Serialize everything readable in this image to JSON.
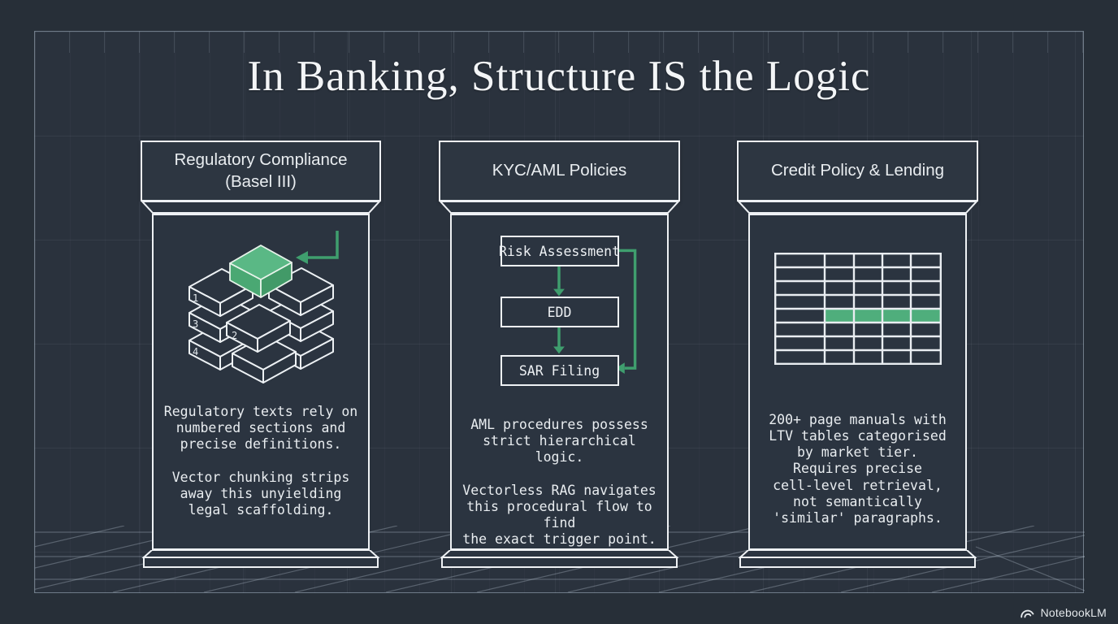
{
  "title": "In Banking, Structure IS the Logic",
  "brand": {
    "name": "NotebookLM"
  },
  "colors": {
    "background": "#2a323d",
    "line_white": "#eef1f4",
    "accent_green": "#55b481",
    "arrow_green": "#3f9e6e"
  },
  "pillars": [
    {
      "header": "Regulatory Compliance\n(Basel III)",
      "graphic": {
        "type": "isometric-block-stack",
        "block_labels": [
          "1",
          "2",
          "3",
          "4"
        ],
        "highlight": "green top block with arrow pointer"
      },
      "body": "Regulatory texts rely on\nnumbered sections and\nprecise definitions.\n\nVector chunking strips\naway this unyielding\nlegal scaffolding."
    },
    {
      "header": "KYC/AML Policies",
      "graphic": {
        "type": "flowchart",
        "nodes": [
          "Risk Assessment",
          "EDD",
          "SAR Filing"
        ]
      },
      "body": "AML procedures possess\nstrict hierarchical logic.\n\nVectorless RAG navigates\nthis procedural flow to find\nthe exact trigger point."
    },
    {
      "header": "Credit Policy & Lending",
      "graphic": {
        "type": "table-grid",
        "rows": 8,
        "cols": 5,
        "highlight_row": 5
      },
      "body": "200+ page manuals with\nLTV tables categorised\nby market tier.\nRequires precise\ncell-level retrieval,\nnot semantically\n'similar' paragraphs."
    }
  ]
}
